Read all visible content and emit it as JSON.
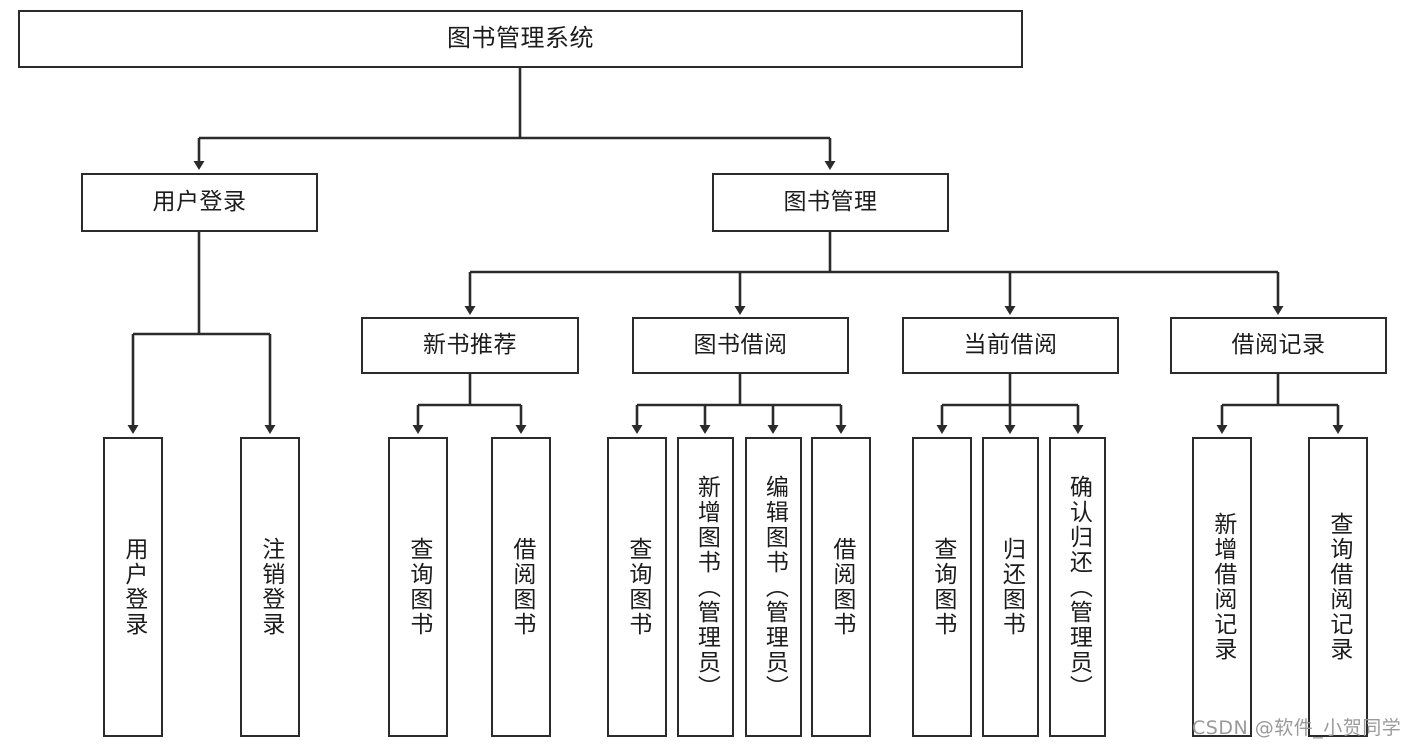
{
  "diagram": {
    "title": "图书管理系统",
    "root": {
      "label": "图书管理系统"
    },
    "level2": [
      {
        "label": "用户登录"
      },
      {
        "label": "图书管理"
      }
    ],
    "level3": [
      {
        "label": "新书推荐"
      },
      {
        "label": "图书借阅"
      },
      {
        "label": "当前借阅"
      },
      {
        "label": "借阅记录"
      }
    ],
    "leaves": {
      "user_login": [
        {
          "label": "用户登录"
        },
        {
          "label": "注销登录"
        }
      ],
      "new_book_recommend": [
        {
          "label": "查询图书"
        },
        {
          "label": "借阅图书"
        }
      ],
      "book_borrow": [
        {
          "label": "查询图书"
        },
        {
          "label": "新增图书（管理员）"
        },
        {
          "label": "编辑图书（管理员）"
        },
        {
          "label": "借阅图书"
        }
      ],
      "current_borrow": [
        {
          "label": "查询图书"
        },
        {
          "label": "归还图书"
        },
        {
          "label": "确认归还（管理员）"
        }
      ],
      "borrow_record": [
        {
          "label": "新增借阅记录"
        },
        {
          "label": "查询借阅记录"
        }
      ]
    }
  },
  "watermark": {
    "text": "CSDN @软件_小贺同学"
  },
  "colors": {
    "border": "#2b2b2b",
    "background": "#ffffff",
    "text": "#1c1c1c",
    "watermark": "#9a9a9a"
  }
}
